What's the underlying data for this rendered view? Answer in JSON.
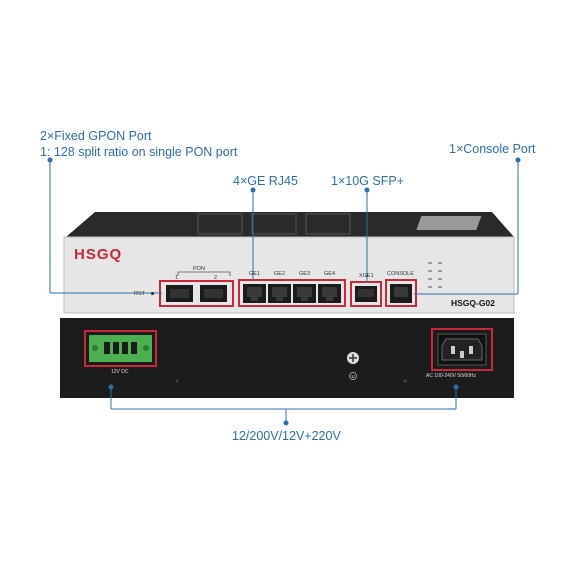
{
  "callouts": {
    "gpon_line1": "2×Fixed GPON Port",
    "gpon_line2": "1: 128 split ratio on single PON port",
    "ge": "4×GE RJ45",
    "sfp": "1×10G SFP+",
    "console": "1×Console Port",
    "power": "12/200V/12V+220V"
  },
  "device": {
    "brand": "HSGQ",
    "model": "HSGQ-G02",
    "pon_group": "PON",
    "pon_ports": [
      "1",
      "2"
    ],
    "rst": "RST",
    "ge_ports": [
      "GE1",
      "GE2",
      "GE3",
      "GE4"
    ],
    "xge": "XGE1",
    "console": "CONSOLE",
    "dc_label": "12V DC",
    "ac_label": "AC 100-240V 50/60Hz"
  },
  "colors": {
    "callout": "#2f6fa8",
    "brand": "#c8283a",
    "port_frame": "#c8283a",
    "chassis_front": "#e6e6e6",
    "chassis_top": "#2b2b2b",
    "power_box": "#1c1c1c",
    "terminal_block": "#4caf50"
  },
  "icons": [
    "ground-icon",
    "screw-icon",
    "power-inlet-icon"
  ]
}
